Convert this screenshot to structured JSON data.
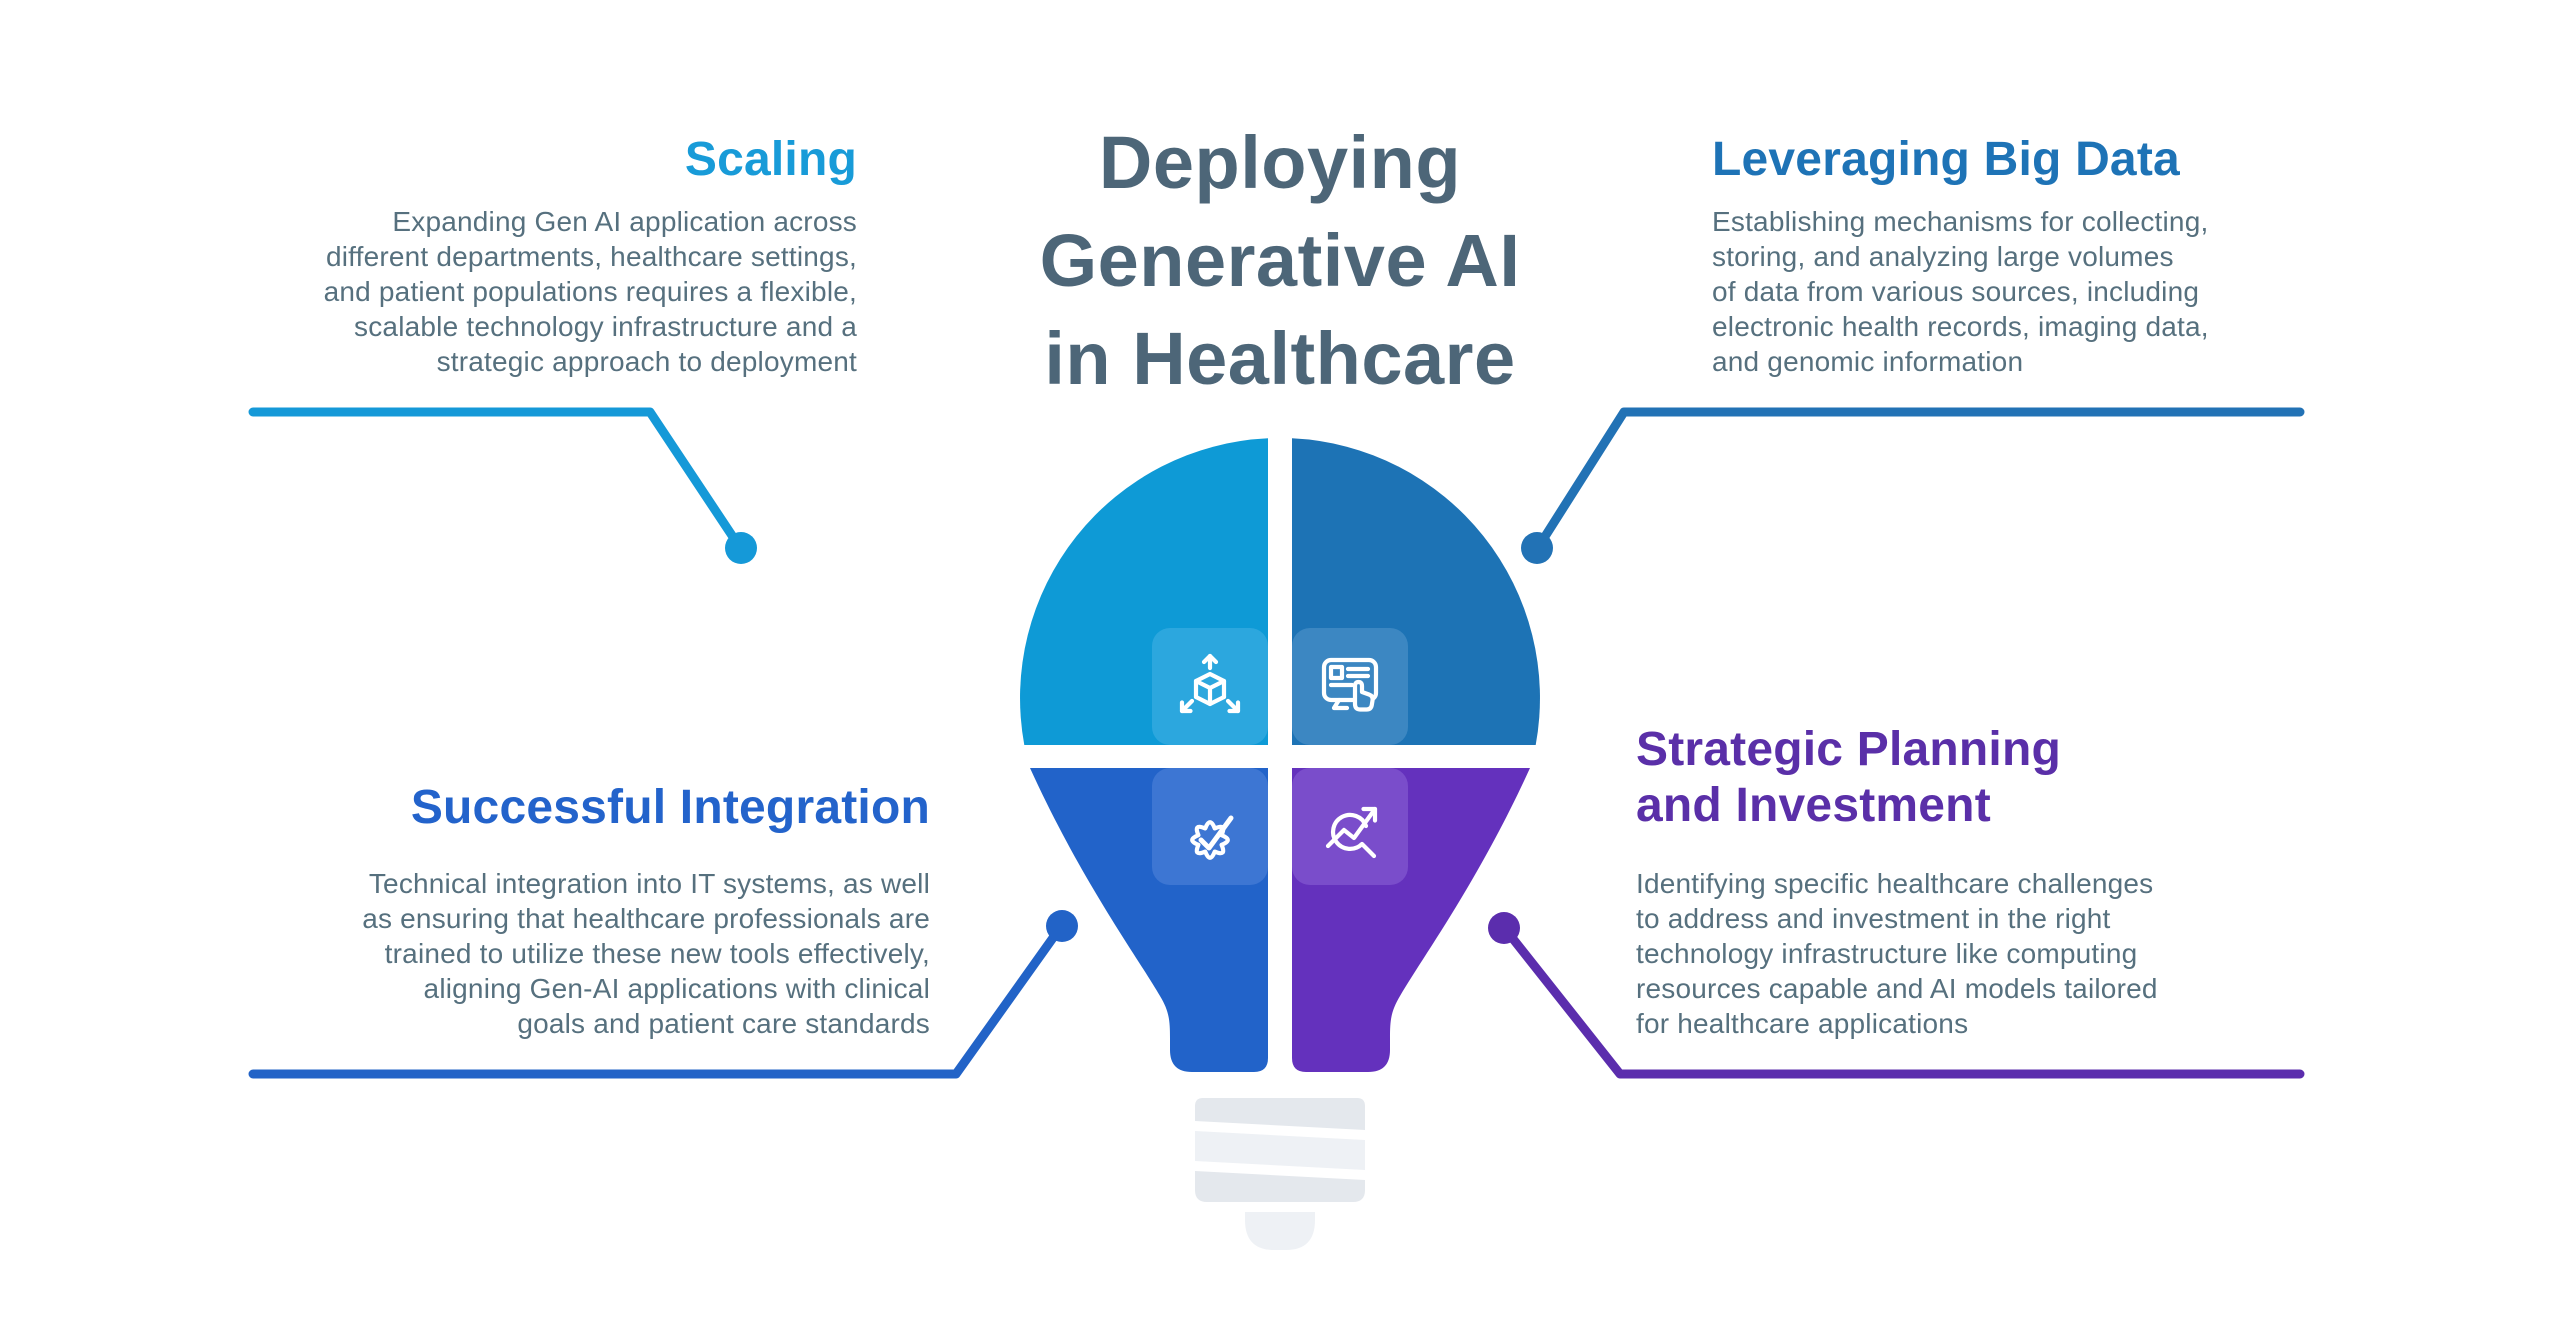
{
  "title": {
    "lines": [
      "Deploying",
      "Generative AI",
      "in Healthcare"
    ],
    "color": "#4d6678"
  },
  "sections": {
    "scaling": {
      "heading": "Scaling",
      "accent": "#189bd8",
      "icon": "cube-expand-icon",
      "body": "Expanding Gen AI application across\ndifferent departments, healthcare settings,\nand patient populations requires a flexible,\nscalable technology infrastructure and a\nstrategic approach to deployment"
    },
    "big_data": {
      "heading": "Leveraging Big Data",
      "accent": "#1e73b6",
      "icon": "screen-touch-icon",
      "body": "Establishing mechanisms for collecting,\nstoring, and analyzing large volumes\nof data from various sources, including\nelectronic health records, imaging data,\nand genomic information"
    },
    "integration": {
      "heading": "Successful Integration",
      "accent": "#2363cb",
      "icon": "gear-check-icon",
      "body": "Technical integration into IT systems, as well\nas ensuring that healthcare professionals are\ntrained to utilize these new tools effectively,\naligning Gen-AI applications with clinical\ngoals and patient care standards"
    },
    "strategic": {
      "heading": "Strategic Planning\nand Investment",
      "accent": "#5a2fa8",
      "icon": "chart-growth-icon",
      "body": "Identifying specific healthcare challenges\nto address and investment in the right\ntechnology infrastructure like computing\nresources capable and AI models tailored\nfor healthcare applications"
    }
  },
  "bulb": {
    "quadrant_colors": {
      "top_left": "#0e9ad6",
      "top_right": "#1d73b5",
      "bottom_left": "#2263c9",
      "bottom_right": "#6431bd"
    },
    "chip_colors": {
      "top_left": "#2ca7de",
      "top_right": "#3c87c2",
      "bottom_left": "#3d76d3",
      "bottom_right": "#7a4dcb"
    },
    "base_stripe_color": "#e4e8ed",
    "base_stripe_light_color": "#eef1f5"
  },
  "body_text_color": "#56707e",
  "background_color": "#ffffff"
}
